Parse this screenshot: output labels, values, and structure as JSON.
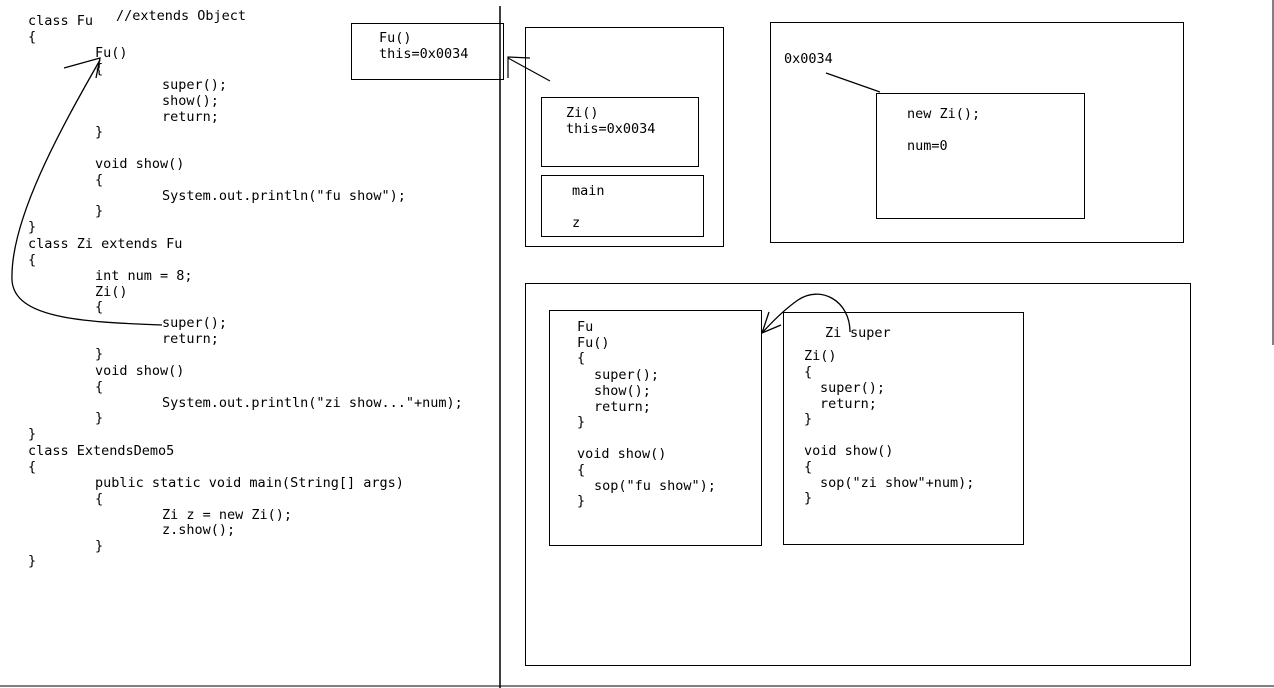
{
  "source_code": {
    "lines": [
      "class Fu",
      "//extends Object",
      "{",
      "Fu()",
      "{",
      "super();",
      "show();",
      "return;",
      "}",
      "void show()",
      "{",
      "System.out.println(\"fu show\");",
      "}",
      "}",
      "class Zi extends Fu",
      "{",
      "int num = 8;",
      "Zi()",
      "{",
      "super();",
      "return;",
      "}",
      "void show()",
      "{",
      "System.out.println(\"zi show...\"+num);",
      "}",
      "}",
      "class ExtendsDemo5",
      "{",
      "public static void main(String[] args)",
      "{",
      "Zi z = new Zi();",
      "z.show();",
      "}",
      "}"
    ]
  },
  "stack": {
    "fu_frame": {
      "line1": "Fu()",
      "line2": "this=0x0034"
    },
    "zi_frame": {
      "line1": "Zi()",
      "line2": "this=0x0034"
    },
    "main_frame": {
      "line1": "main",
      "line2": "z"
    }
  },
  "heap": {
    "address": "0x0034",
    "object": {
      "line1": "new Zi();",
      "line2": "num=0"
    }
  },
  "method_area": {
    "fu_class": {
      "lines": [
        "Fu",
        "Fu()",
        "{",
        "super();",
        "show();",
        "return;",
        "}",
        "void show()",
        "{",
        "sop(\"fu show\");",
        "}"
      ]
    },
    "zi_class": {
      "title": "Zi",
      "super_label": "super",
      "lines": [
        "Zi()",
        "{",
        "super();",
        "return;",
        "}",
        "void show()",
        "{",
        "sop(\"zi show\"+num);",
        "}"
      ]
    }
  }
}
